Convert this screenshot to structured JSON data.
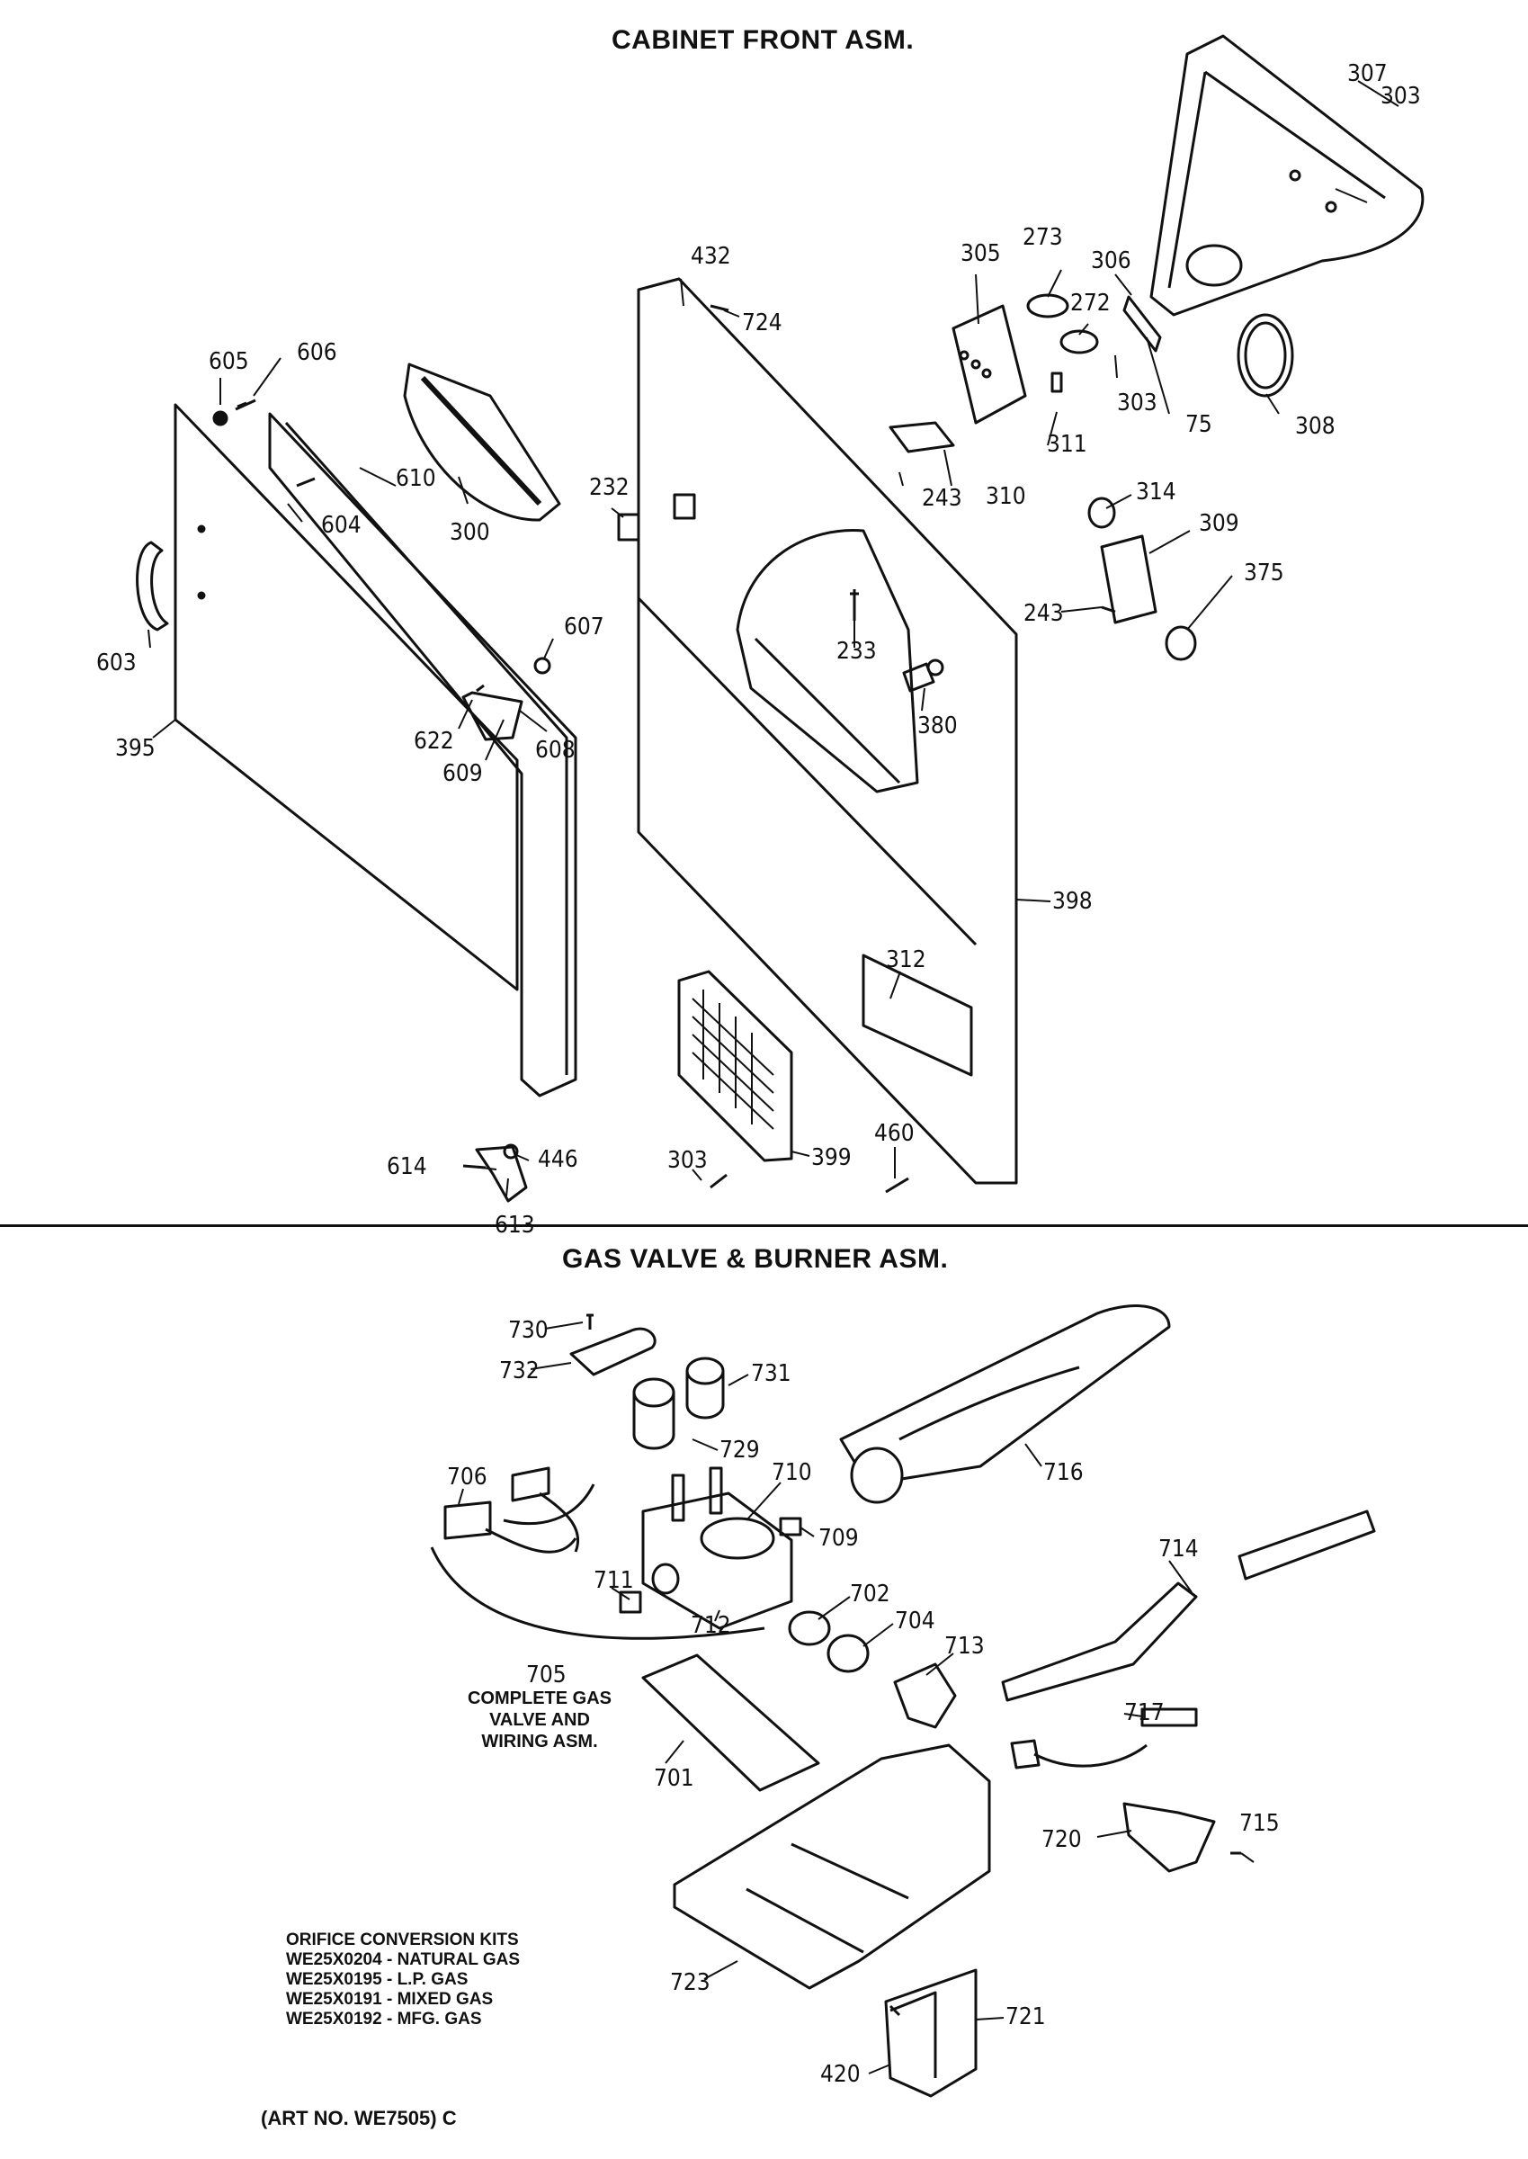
{
  "sections": {
    "cabinet_title": "CABINET FRONT ASM.",
    "gas_title": "GAS VALVE & BURNER ASM."
  },
  "cabinet_callouts": [
    "307",
    "303",
    "273",
    "305",
    "306",
    "272",
    "432",
    "724",
    "303",
    "75",
    "308",
    "311",
    "310",
    "243",
    "605",
    "606",
    "232",
    "314",
    "309",
    "610",
    "604",
    "300",
    "375",
    "243",
    "603",
    "607",
    "233",
    "380",
    "622",
    "608",
    "609",
    "395",
    "398",
    "312",
    "614",
    "446",
    "613",
    "460",
    "303",
    "399"
  ],
  "gas_callouts": [
    "730",
    "732",
    "731",
    "729",
    "716",
    "706",
    "710",
    "709",
    "711",
    "702",
    "714",
    "712",
    "704",
    "713",
    "705",
    "701",
    "717",
    "720",
    "715",
    "723",
    "721",
    "420"
  ],
  "complete_kit": {
    "line1": "COMPLETE GAS",
    "line2": "VALVE AND",
    "line3": "WIRING ASM."
  },
  "orifice_kits": {
    "heading": "ORIFICE CONVERSION KITS",
    "items": [
      "WE25X0204 - NATURAL GAS",
      "WE25X0195 - L.P. GAS",
      "WE25X0191 - MIXED GAS",
      "WE25X0192 - MFG. GAS"
    ]
  },
  "art_number": "(ART NO. WE7505) C"
}
